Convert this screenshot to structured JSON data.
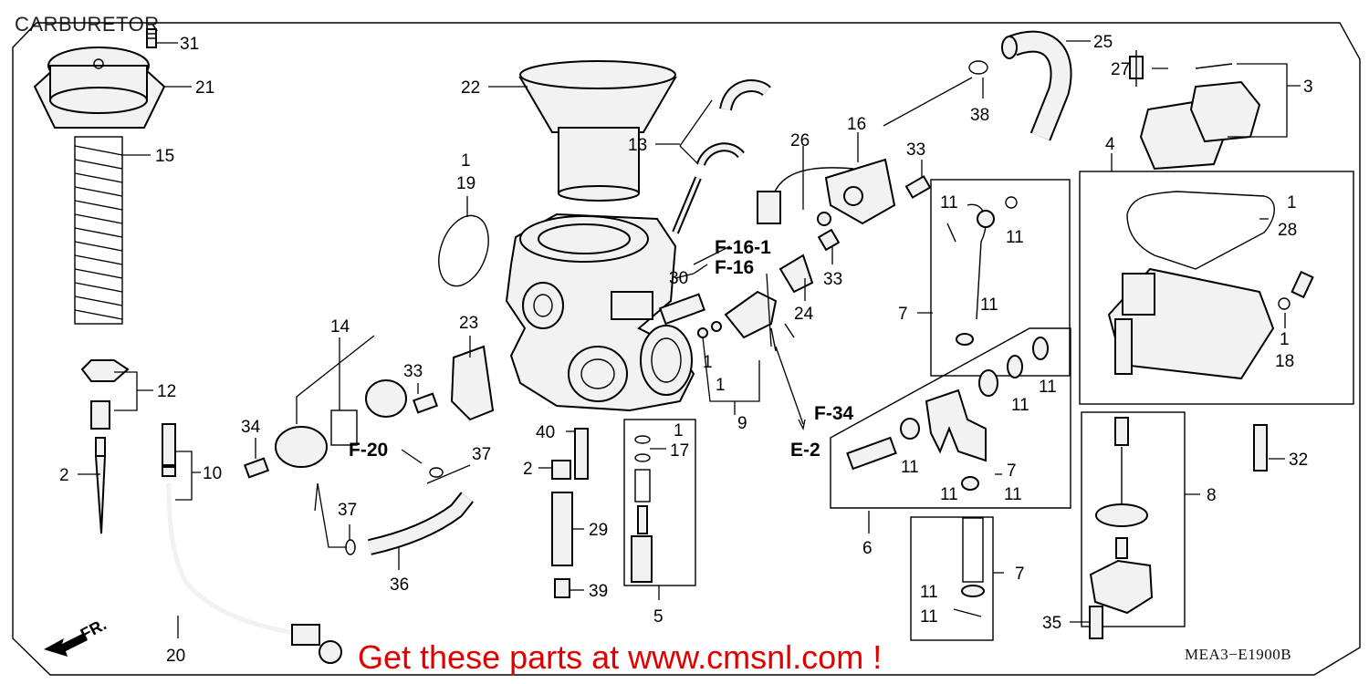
{
  "title": "CARBURETOR",
  "footer_text": "Get these parts at www.cmsnl.com !",
  "diagram_code": "MEA3−E1900B",
  "direction_label": "FR.",
  "callouts": [
    {
      "id": "c31",
      "text": "31"
    },
    {
      "id": "c21",
      "text": "21"
    },
    {
      "id": "c15",
      "text": "15"
    },
    {
      "id": "c12",
      "text": "12"
    },
    {
      "id": "c2a",
      "text": "2"
    },
    {
      "id": "c10",
      "text": "10"
    },
    {
      "id": "c20",
      "text": "20"
    },
    {
      "id": "c22",
      "text": "22"
    },
    {
      "id": "c1a",
      "text": "1"
    },
    {
      "id": "c19",
      "text": "19"
    },
    {
      "id": "c13",
      "text": "13"
    },
    {
      "id": "c14",
      "text": "14"
    },
    {
      "id": "c34",
      "text": "34"
    },
    {
      "id": "c33a",
      "text": "33"
    },
    {
      "id": "c23",
      "text": "23"
    },
    {
      "id": "c37a",
      "text": "37"
    },
    {
      "id": "c37b",
      "text": "37"
    },
    {
      "id": "c36",
      "text": "36"
    },
    {
      "id": "c40",
      "text": "40"
    },
    {
      "id": "c2b",
      "text": "2"
    },
    {
      "id": "c29",
      "text": "29"
    },
    {
      "id": "c39",
      "text": "39"
    },
    {
      "id": "c1b",
      "text": "1"
    },
    {
      "id": "c17",
      "text": "17"
    },
    {
      "id": "c5",
      "text": "5"
    },
    {
      "id": "c30",
      "text": "30"
    },
    {
      "id": "c1c",
      "text": "1"
    },
    {
      "id": "c1d",
      "text": "1"
    },
    {
      "id": "c9",
      "text": "9"
    },
    {
      "id": "c24",
      "text": "24"
    },
    {
      "id": "c33b",
      "text": "33"
    },
    {
      "id": "c26",
      "text": "26"
    },
    {
      "id": "c16",
      "text": "16"
    },
    {
      "id": "c33c",
      "text": "33"
    },
    {
      "id": "c25",
      "text": "25"
    },
    {
      "id": "c38",
      "text": "38"
    },
    {
      "id": "c27",
      "text": "27"
    },
    {
      "id": "c3",
      "text": "3"
    },
    {
      "id": "c4",
      "text": "4"
    },
    {
      "id": "c1e",
      "text": "1"
    },
    {
      "id": "c28",
      "text": "28"
    },
    {
      "id": "c1f",
      "text": "1"
    },
    {
      "id": "c18",
      "text": "18"
    },
    {
      "id": "c11a",
      "text": "11"
    },
    {
      "id": "c11b",
      "text": "11"
    },
    {
      "id": "c11c",
      "text": "11"
    },
    {
      "id": "c7a",
      "text": "7"
    },
    {
      "id": "c11d",
      "text": "11"
    },
    {
      "id": "c11e",
      "text": "11"
    },
    {
      "id": "c11f",
      "text": "11"
    },
    {
      "id": "c11g",
      "text": "11"
    },
    {
      "id": "c7b",
      "text": "7"
    },
    {
      "id": "c11h",
      "text": "11"
    },
    {
      "id": "c6",
      "text": "6"
    },
    {
      "id": "c32",
      "text": "32"
    },
    {
      "id": "c8",
      "text": "8"
    },
    {
      "id": "c7c",
      "text": "7"
    },
    {
      "id": "c11i",
      "text": "11"
    },
    {
      "id": "c11j",
      "text": "11"
    },
    {
      "id": "c35",
      "text": "35"
    }
  ],
  "references": [
    {
      "id": "rF161",
      "text": "F-16-1"
    },
    {
      "id": "rF16",
      "text": "F-16"
    },
    {
      "id": "rF34",
      "text": "F-34"
    },
    {
      "id": "rE2",
      "text": "E-2"
    },
    {
      "id": "rF20",
      "text": "F-20"
    }
  ]
}
